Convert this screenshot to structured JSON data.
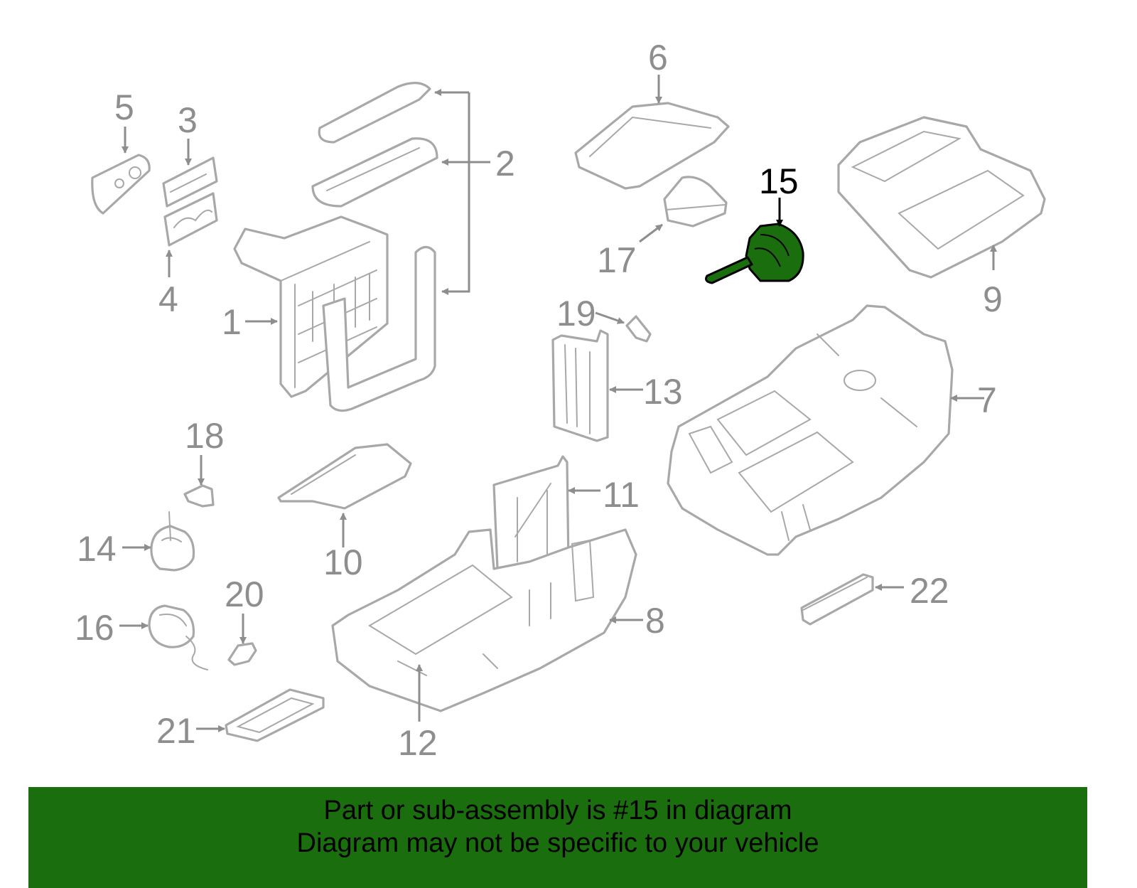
{
  "diagram": {
    "highlighted_part": "15",
    "highlight_color": "#1a6e0e",
    "callouts": [
      "1",
      "2",
      "3",
      "4",
      "5",
      "6",
      "7",
      "8",
      "9",
      "10",
      "11",
      "12",
      "13",
      "14",
      "15",
      "16",
      "17",
      "18",
      "19",
      "20",
      "21",
      "22"
    ]
  },
  "banner": {
    "line1": "Part or sub-assembly is #15 in diagram",
    "line2": "Diagram may not be specific to your vehicle",
    "background": "#1a6e0e"
  }
}
